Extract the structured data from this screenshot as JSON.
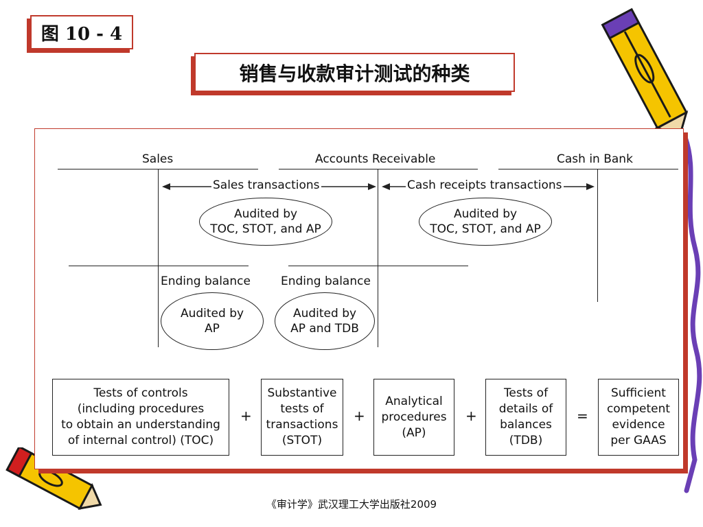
{
  "figure_label": "图 10 - 4",
  "title": "销售与收款审计测试的种类",
  "accounts": {
    "sales": "Sales",
    "accounts_receivable": "Accounts Receivable",
    "cash_in_bank": "Cash in Bank"
  },
  "flows": {
    "sales_transactions": "Sales transactions",
    "cash_receipts_transactions": "Cash receipts transactions"
  },
  "ovals": {
    "sales_tx": [
      "Audited by",
      "TOC, STOT, and AP"
    ],
    "cash_tx": [
      "Audited by",
      "TOC, STOT, and AP"
    ],
    "sales_balance": [
      "Audited by",
      "AP"
    ],
    "ar_balance": [
      "Audited by",
      "AP and TDB"
    ]
  },
  "ending_balance": "Ending balance",
  "tests": [
    [
      "Tests of controls",
      "(including procedures",
      "to obtain an understanding",
      "of internal control) (TOC)"
    ],
    [
      "Substantive",
      "tests of",
      "transactions",
      "(STOT)"
    ],
    [
      "Analytical",
      "procedures",
      "(AP)"
    ],
    [
      "Tests of",
      "details of",
      "balances",
      "(TDB)"
    ],
    [
      "Sufficient",
      "competent",
      "evidence",
      "per GAAS"
    ]
  ],
  "operators": [
    "+",
    "+",
    "+",
    "="
  ],
  "footer": "《审计学》武汉理工大学出版社2009"
}
